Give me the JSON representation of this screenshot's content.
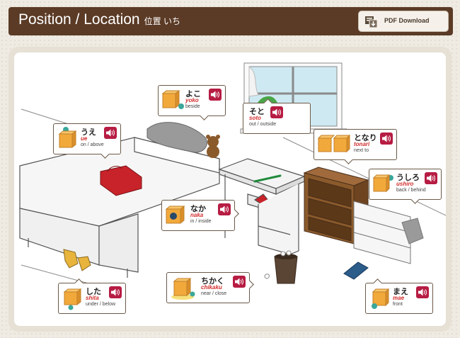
{
  "header": {
    "title": "Position / Location",
    "title_jp": "位置 いち",
    "pdf_label": "PDF Download"
  },
  "icons": {
    "speaker": "speaker-icon",
    "pdf": "pdf-download-icon"
  },
  "colors": {
    "header": "#5b3b26",
    "speaker": "#b71c43",
    "romaji": "#d22a2a",
    "cube": "#f2a93b",
    "ball": "#3aa79a"
  },
  "words": {
    "yoko": {
      "jp": "よこ",
      "romaji": "yoko",
      "en": "beside"
    },
    "soto": {
      "jp": "そと",
      "romaji": "soto",
      "en": "out / outside"
    },
    "ue": {
      "jp": "うえ",
      "romaji": "ue",
      "en": "on / above"
    },
    "tonari": {
      "jp": "となり",
      "romaji": "tonari",
      "en": "next to"
    },
    "ushiro": {
      "jp": "うしろ",
      "romaji": "ushiro",
      "en": "back / behind"
    },
    "naka": {
      "jp": "なか",
      "romaji": "naka",
      "en": "in / inside"
    },
    "chikaku": {
      "jp": "ちかく",
      "romaji": "chikaku",
      "en": "near / close"
    },
    "shita": {
      "jp": "した",
      "romaji": "shita",
      "en": "under / below"
    },
    "mae": {
      "jp": "まえ",
      "romaji": "mae",
      "en": "front"
    }
  }
}
